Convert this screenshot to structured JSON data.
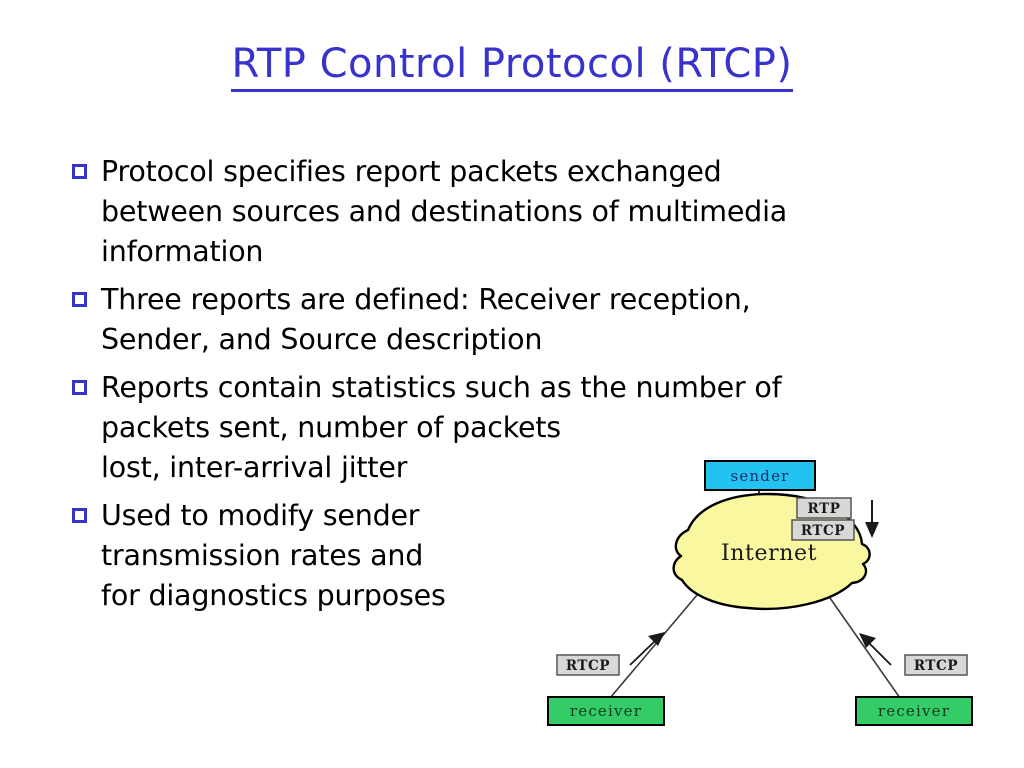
{
  "slide": {
    "title": "RTP Control Protocol (RTCP)",
    "title_color": "#3833cc",
    "background": "#ffffff"
  },
  "bullets": [
    {
      "marker": "hollow-square-bullet",
      "text": "Protocol specifies report packets exchanged\nbetween sources and destinations of multimedia\ninformation"
    },
    {
      "marker": "hollow-square-bullet",
      "text": "Three reports are defined: Receiver reception,\nSender, and Source description"
    },
    {
      "marker": "hollow-square-bullet",
      "text": "Reports contain statistics such as the number of\npackets sent, number of packets\nlost, inter-arrival jitter"
    },
    {
      "marker": "hollow-square-bullet",
      "text": "Used to modify sender\ntransmission rates and\nfor diagnostics purposes"
    }
  ],
  "diagram": {
    "name": "rtp-rtcp-network-diagram",
    "nodes": {
      "sender": {
        "label": "sender",
        "fill": "#22c3f0",
        "stroke": "#000000",
        "text_color": "#1b2d66"
      },
      "cloud": {
        "label": "Internet",
        "fill": "#f9f7a0",
        "stroke": "#000000",
        "text_color": "#1a1a1a"
      },
      "receiver_left": {
        "label": "receiver",
        "fill": "#33cc66",
        "stroke": "#000000",
        "text_color": "#14381f"
      },
      "receiver_right": {
        "label": "receiver",
        "fill": "#33cc66",
        "stroke": "#000000",
        "text_color": "#14381f"
      }
    },
    "protocol_tags": {
      "rtp_down": "RTP",
      "rtcp_down": "RTCP",
      "rtcp_left": "RTCP",
      "rtcp_right": "RTCP",
      "tag_fill": "#d8d8d8",
      "tag_stroke": "#555555"
    },
    "arrows": {
      "down_arrow": "arrow-down-sender-to-internet",
      "left_arrow": "arrow-left-receiver-to-internet",
      "right_arrow": "arrow-right-receiver-to-internet"
    }
  }
}
